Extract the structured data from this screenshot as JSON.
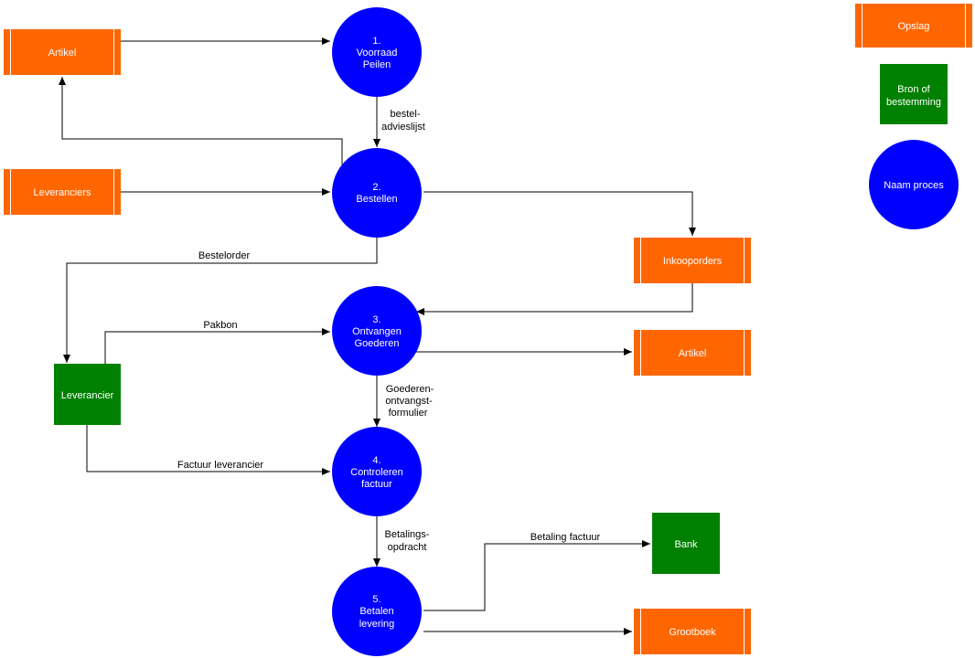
{
  "colors": {
    "store": "#ff6600",
    "entity": "#008000",
    "process": "#0000ff",
    "text_on_shape": "#ffffff",
    "edge": "#000000"
  },
  "processes": {
    "p1": {
      "num": "1.",
      "l1": "Voorraad",
      "l2": "Peilen"
    },
    "p2": {
      "num": "2.",
      "l1": "Bestellen"
    },
    "p3": {
      "num": "3.",
      "l1": "Ontvangen",
      "l2": "Goederen"
    },
    "p4": {
      "num": "4.",
      "l1": "Controleren",
      "l2": "factuur"
    },
    "p5": {
      "num": "5.",
      "l1": "Betalen",
      "l2": "levering"
    }
  },
  "stores": {
    "artikel_top": "Artikel",
    "leveranciers": "Leveranciers",
    "inkooporders": "Inkooporders",
    "artikel_mid": "Artikel",
    "grootboek": "Grootboek"
  },
  "entities": {
    "leverancier": "Leverancier",
    "bank": "Bank"
  },
  "flows": {
    "bestel_advies_l1": "bestel-",
    "bestel_advies_l2": "advieslijst",
    "bestelorder": "Bestelorder",
    "pakbon": "Pakbon",
    "goederen_l1": "Goederen-",
    "goederen_l2": "ontvangst-",
    "goederen_l3": "formulier",
    "factuur": "Factuur leverancier",
    "betalings_l1": "Betalings-",
    "betalings_l2": "opdracht",
    "betaling_factuur": "Betaling factuur"
  },
  "legend": {
    "store": "Opslag",
    "entity_l1": "Bron of",
    "entity_l2": "bestemming",
    "process": "Naam proces"
  }
}
